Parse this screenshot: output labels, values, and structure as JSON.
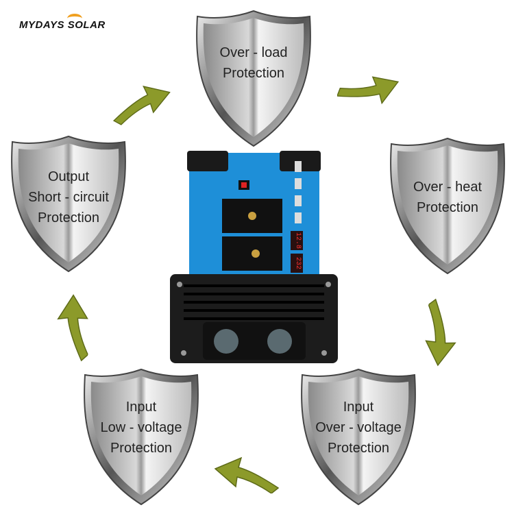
{
  "brand": {
    "logo_text": "MYDAYS SOLAR"
  },
  "shields": [
    {
      "id": "over-load",
      "lines": [
        "Over - load",
        "Protection"
      ]
    },
    {
      "id": "over-heat",
      "lines": [
        "Over - heat",
        "Protection"
      ]
    },
    {
      "id": "input-over-voltage",
      "lines": [
        "Input",
        "Over - voltage",
        "Protection"
      ]
    },
    {
      "id": "input-low-voltage",
      "lines": [
        "Input",
        "Low - voltage",
        "Protection"
      ]
    },
    {
      "id": "output-short-circuit",
      "lines": [
        "Output",
        "Short - circuit",
        "Protection"
      ]
    }
  ],
  "device": {
    "display_voltage_in": "12.8",
    "display_voltage_out": "232",
    "body_color": "#1e8fd8"
  },
  "colors": {
    "arrow": "#8c9a2a",
    "shield_dark": "#6a6a6a",
    "shield_light": "#f2f2f2"
  }
}
